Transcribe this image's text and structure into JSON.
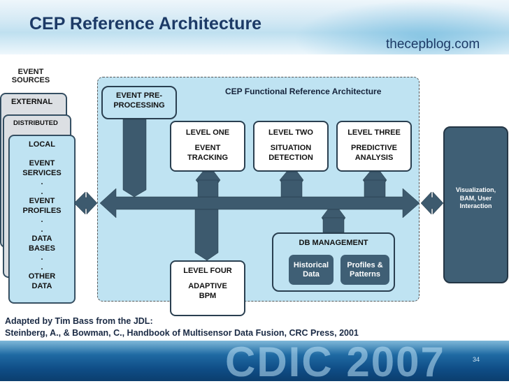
{
  "header": {
    "title": "CEP Reference Architecture",
    "site": "thecepblog.com"
  },
  "functional_area": {
    "label": "CEP Functional Reference Architecture"
  },
  "sources": {
    "title": "EVENT SOURCES",
    "external": "EXTERNAL",
    "distributed": "DISTRIBUTED",
    "local_lines": [
      "LOCAL",
      "",
      "EVENT",
      "SERVICES",
      ".",
      ".",
      "EVENT",
      "PROFILES",
      ".",
      ".",
      "DATA",
      "BASES",
      ".",
      ".",
      "OTHER",
      "DATA"
    ]
  },
  "preprocessing": {
    "line1": "EVENT PRE-",
    "line2": "PROCESSING"
  },
  "levels": [
    {
      "title": "LEVEL ONE",
      "line1": "EVENT",
      "line2": "TRACKING"
    },
    {
      "title": "LEVEL TWO",
      "line1": "SITUATION",
      "line2": "DETECTION"
    },
    {
      "title": "LEVEL THREE",
      "line1": "PREDICTIVE",
      "line2": "ANALYSIS"
    },
    {
      "title": "LEVEL FOUR",
      "line1": "ADAPTIVE",
      "line2": "BPM"
    }
  ],
  "db": {
    "title": "DB MANAGEMENT",
    "historical": [
      "Historical",
      "Data"
    ],
    "profiles": [
      "Profiles &",
      "Patterns"
    ]
  },
  "visualization": [
    "Visualization,",
    "BAM, User",
    "Interaction"
  ],
  "citation": {
    "line1": "Adapted by Tim Bass from the JDL:",
    "line2": "Steinberg, A., & Bowman, C.,  Handbook of Multisensor Data Fusion, CRC Press,  2001"
  },
  "footer": {
    "banner": "CDIC 2007",
    "page_number": "34"
  },
  "colors": {
    "title": "#1c3a66",
    "box_fill": "#bfe3f2",
    "dark_node": "#3f5f75",
    "connector": "#3d5a6e"
  }
}
